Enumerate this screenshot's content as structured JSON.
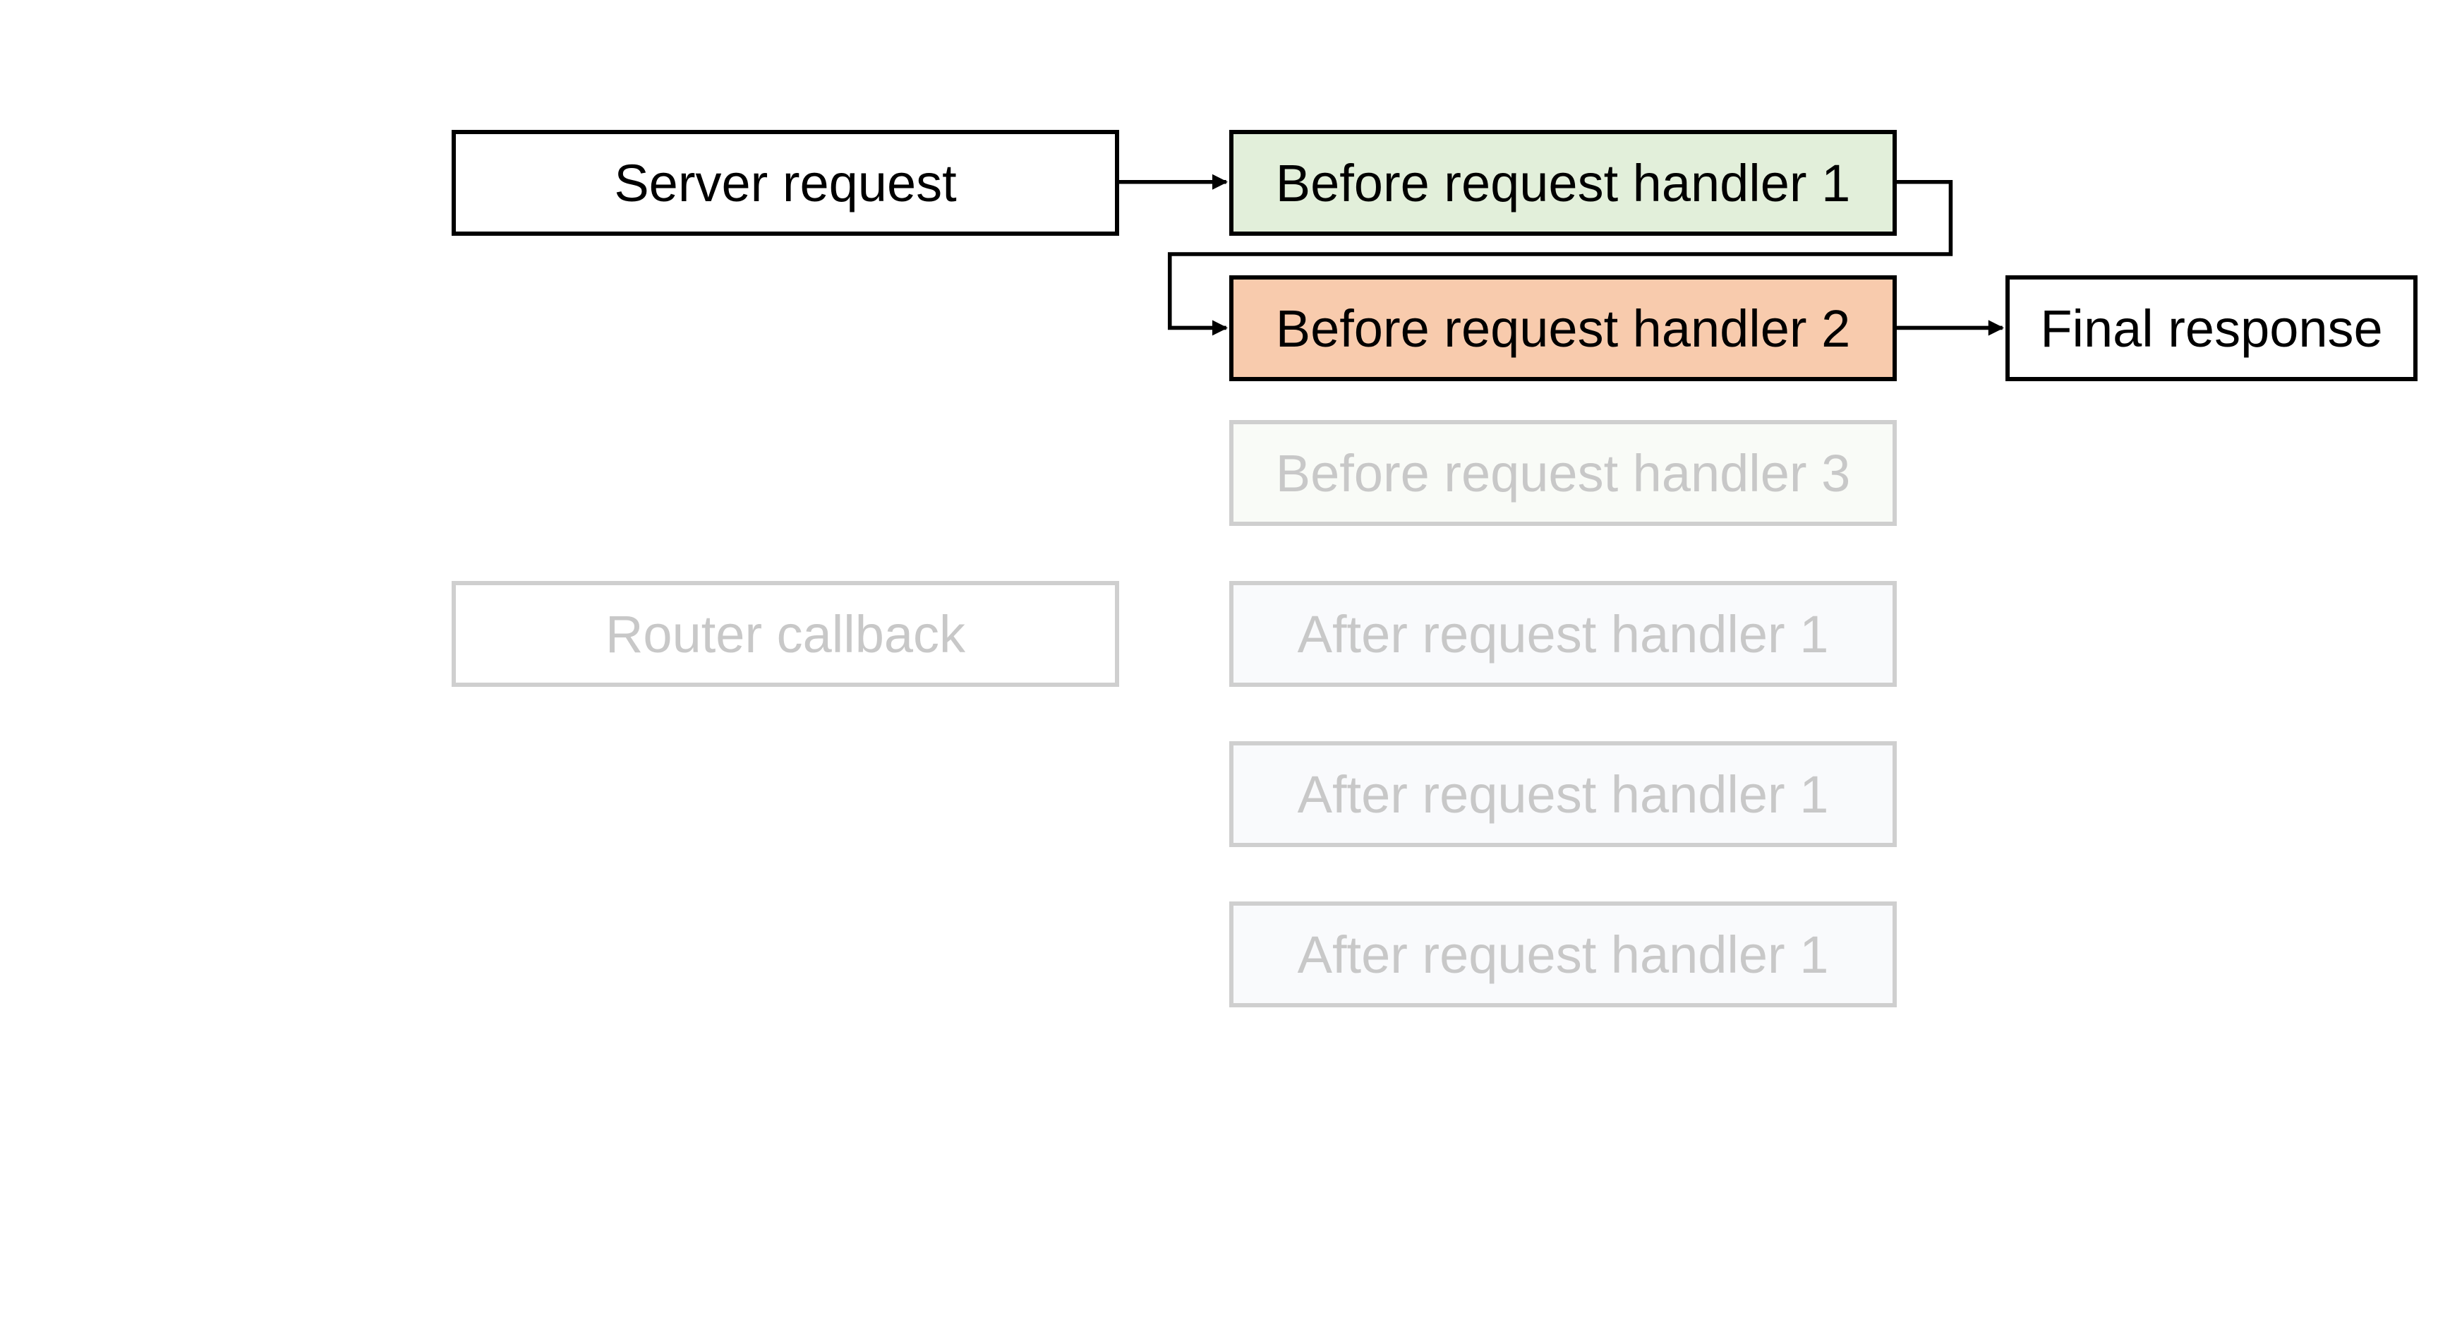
{
  "nodes": {
    "server_request": {
      "label": "Server request",
      "fill": "#ffffff"
    },
    "before_1": {
      "label": "Before request handler 1",
      "fill": "#e2efda"
    },
    "before_2": {
      "label": "Before request handler 2",
      "fill": "#f8cbad"
    },
    "final_response": {
      "label": "Final response",
      "fill": "#ffffff"
    },
    "before_3": {
      "label": "Before request handler 3",
      "fill": "#f9fbf7"
    },
    "router_callback": {
      "label": "Router callback",
      "fill": "#ffffff"
    },
    "after_1": {
      "label": "After request handler 1",
      "fill": "#f9fafc"
    },
    "after_2": {
      "label": "After request handler 1",
      "fill": "#f9fafc"
    },
    "after_3": {
      "label": "After request handler 1",
      "fill": "#f9fafc"
    }
  },
  "edges": [
    {
      "from": "server_request",
      "to": "before_1"
    },
    {
      "from": "before_1",
      "to": "before_2"
    },
    {
      "from": "before_2",
      "to": "final_response"
    }
  ],
  "colors": {
    "active_border": "#000000",
    "faded_border": "#cfcfcf",
    "faded_text": "#c8c8c8"
  }
}
